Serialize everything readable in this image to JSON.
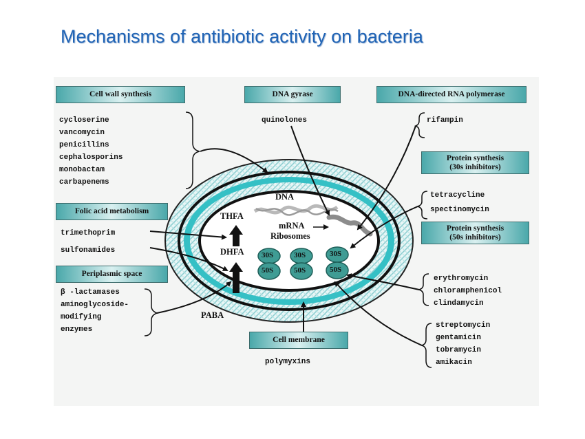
{
  "title": "Mechanisms of antibiotic activity on bacteria",
  "headers": {
    "cell_wall": "Cell wall synthesis",
    "dna_gyrase": "DNA gyrase",
    "rna_polymerase": "DNA-directed RNA polymerase",
    "protein_30s_line1": "Protein synthesis",
    "protein_30s_line2": "(30s inhibitors)",
    "folic_acid": "Folic acid metabolism",
    "protein_50s_line1": "Protein synthesis",
    "protein_50s_line2": "(50s inhibitors)",
    "periplasmic": "Periplasmic space",
    "cell_membrane": "Cell membrane"
  },
  "drugs": {
    "cell_wall": [
      "cycloserine",
      "vancomycin",
      "penicillins",
      "cephalosporins",
      "monobactam",
      "carbapenems"
    ],
    "dna_gyrase": [
      "quinolones"
    ],
    "rna_polymerase": [
      "rifampin"
    ],
    "protein_30s": [
      "tetracycline",
      "spectinomycin"
    ],
    "folic_acid": [
      "trimethoprim",
      "sulfonamides"
    ],
    "protein_50s": [
      "erythromycin",
      "chloramphenicol",
      "clindamycin"
    ],
    "aminoglycosides": [
      "streptomycin",
      "gentamicin",
      "tobramycin",
      "amikacin"
    ],
    "periplasmic": [
      "β -lactamases",
      "aminoglycoside-",
      "modifying",
      "enzymes"
    ],
    "cell_membrane": [
      "polymyxins"
    ]
  },
  "cell_labels": {
    "dna": "DNA",
    "thfa": "THFA",
    "dhfa": "DHFA",
    "paba": "PABA",
    "mrna": "mRNA",
    "ribosomes": "Ribosomes",
    "s30": "30S",
    "s50": "50S"
  },
  "colors": {
    "title": "#1f63b5",
    "header_dark": "#4aa8aa",
    "header_light": "#d9f0f0",
    "membrane_teal": "#35c0c5",
    "ribosome": "#3f9c94"
  }
}
